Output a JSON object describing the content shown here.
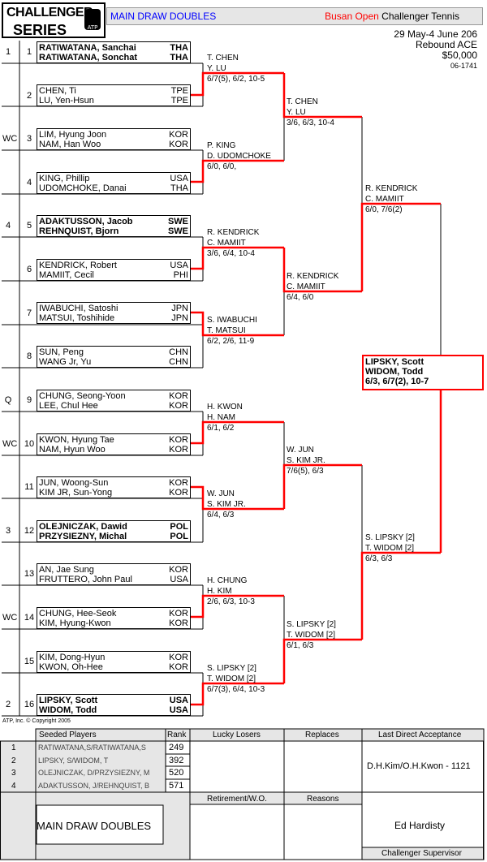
{
  "header": {
    "logo_line1": "CHALLENGER",
    "logo_line2": "SERIES",
    "logo_atp": "ATP",
    "draw_title": "MAIN DRAW DOUBLES",
    "tournament_red": "Busan Open",
    "tournament_black": " Challenger Tennis",
    "dates": "29 May-4 June 206",
    "surface": "Rebound ACE",
    "prize": "$50,000",
    "code": "06-1741"
  },
  "entries": [
    {
      "seed": "1",
      "num": "1",
      "p1": "RATIWATANA, Sanchai",
      "c1": "THA",
      "p2": "RATIWATANA, Sonchat",
      "c2": "THA",
      "bold": true
    },
    {
      "seed": "",
      "num": "2",
      "p1": "CHEN, Ti",
      "c1": "TPE",
      "p2": "LU, Yen-Hsun",
      "c2": "TPE",
      "bold": false
    },
    {
      "seed": "WC",
      "num": "3",
      "p1": "LIM, Hyung Joon",
      "c1": "KOR",
      "p2": "NAM, Han Woo",
      "c2": "KOR",
      "bold": false
    },
    {
      "seed": "",
      "num": "4",
      "p1": "KING, Phillip",
      "c1": "USA",
      "p2": "UDOMCHOKE, Danai",
      "c2": "THA",
      "bold": false
    },
    {
      "seed": "4",
      "num": "5",
      "p1": "ADAKTUSSON, Jacob",
      "c1": "SWE",
      "p2": "REHNQUIST, Bjorn",
      "c2": "SWE",
      "bold": true
    },
    {
      "seed": "",
      "num": "6",
      "p1": "KENDRICK, Robert",
      "c1": "USA",
      "p2": "MAMIIT, Cecil",
      "c2": "PHI",
      "bold": false
    },
    {
      "seed": "",
      "num": "7",
      "p1": "IWABUCHI, Satoshi",
      "c1": "JPN",
      "p2": "MATSUI, Toshihide",
      "c2": "JPN",
      "bold": false
    },
    {
      "seed": "",
      "num": "8",
      "p1": "SUN, Peng",
      "c1": "CHN",
      "p2": "WANG Jr, Yu",
      "c2": "CHN",
      "bold": false
    },
    {
      "seed": "Q",
      "num": "9",
      "p1": "CHUNG, Seong-Yoon",
      "c1": "KOR",
      "p2": "LEE, Chul Hee",
      "c2": "KOR",
      "bold": false
    },
    {
      "seed": "WC",
      "num": "10",
      "p1": "KWON, Hyung Tae",
      "c1": "KOR",
      "p2": "NAM, Hyun Woo",
      "c2": "KOR",
      "bold": false
    },
    {
      "seed": "",
      "num": "11",
      "p1": "JUN, Woong-Sun",
      "c1": "KOR",
      "p2": "KIM JR, Sun-Yong",
      "c2": "KOR",
      "bold": false
    },
    {
      "seed": "3",
      "num": "12",
      "p1": "OLEJNICZAK, Dawid",
      "c1": "POL",
      "p2": "PRZYSIEZNY, Michal",
      "c2": "POL",
      "bold": true
    },
    {
      "seed": "",
      "num": "13",
      "p1": "AN, Jae Sung",
      "c1": "KOR",
      "p2": "FRUTTERO, John Paul",
      "c2": "USA",
      "bold": false
    },
    {
      "seed": "WC",
      "num": "14",
      "p1": "CHUNG, Hee-Seok",
      "c1": "KOR",
      "p2": "KIM, Hyung-Kwon",
      "c2": "KOR",
      "bold": false
    },
    {
      "seed": "",
      "num": "15",
      "p1": "KIM, Dong-Hyun",
      "c1": "KOR",
      "p2": "KWON, Oh-Hee",
      "c2": "KOR",
      "bold": false
    },
    {
      "seed": "2",
      "num": "16",
      "p1": "LIPSKY, Scott",
      "c1": "USA",
      "p2": "WIDOM, Todd",
      "c2": "USA",
      "bold": true
    }
  ],
  "round2": [
    {
      "t1": "T. CHEN",
      "t2": "Y. LU",
      "score": "6/7(5), 6/2, 10-5"
    },
    {
      "t1": "P. KING",
      "t2": "D. UDOMCHOKE",
      "score": "6/0, 6/0,"
    },
    {
      "t1": "R. KENDRICK",
      "t2": "C. MAMIIT",
      "score": "3/6, 6/4, 10-4"
    },
    {
      "t1": "S. IWABUCHI",
      "t2": "T. MATSUI",
      "score": "6/2, 2/6, 11-9"
    },
    {
      "t1": "H. KWON",
      "t2": "H. NAM",
      "score": "6/1, 6/2"
    },
    {
      "t1": "W. JUN",
      "t2": "S. KIM JR.",
      "score": "6/4, 6/3"
    },
    {
      "t1": "H. CHUNG",
      "t2": "H. KIM",
      "score": "2/6, 6/3, 10-3"
    },
    {
      "t1": "S. LIPSKY [2]",
      "t2": "T. WIDOM [2]",
      "score": "6/7(3), 6/4, 10-3"
    }
  ],
  "quarters": [
    {
      "t1": "T. CHEN",
      "t2": "Y. LU",
      "score": "3/6, 6/3, 10-4"
    },
    {
      "t1": "R. KENDRICK",
      "t2": "C. MAMIIT",
      "score": "6/4, 6/0"
    },
    {
      "t1": "W. JUN",
      "t2": "S. KIM JR.",
      "score": "7/6(5), 6/3"
    },
    {
      "t1": "S. LIPSKY [2]",
      "t2": "T. WIDOM [2]",
      "score": "6/1, 6/3"
    }
  ],
  "semis": [
    {
      "t1": "R. KENDRICK",
      "t2": "C. MAMIIT",
      "score": "6/0, 7/6(2)"
    },
    {
      "t1": "S. LIPSKY [2]",
      "t2": "T. WIDOM [2]",
      "score": "6/3, 6/3"
    }
  ],
  "winner": {
    "t1": "LIPSKY, Scott",
    "t2": "WIDOM, Todd",
    "score": "6/3, 6/7(2), 10-7"
  },
  "copyright": "ATP, Inc. © Copyright 2005",
  "footer": {
    "seeded_header": "Seeded Players",
    "rank_header": "Rank",
    "lucky_header": "Lucky Losers",
    "replaces_header": "Replaces",
    "lda_header": "Last Direct Acceptance",
    "seeds": [
      {
        "n": "1",
        "name": "RATIWATANA,S/RATIWATANA,S",
        "rank": "249"
      },
      {
        "n": "2",
        "name": "LIPSKY, S/WIDOM, T",
        "rank": "392"
      },
      {
        "n": "3",
        "name": "OLEJNICZAK, D/PRZYSIEZNY, M",
        "rank": "520"
      },
      {
        "n": "4",
        "name": "ADAKTUSSON, J/REHNQUIST, B",
        "rank": "571"
      }
    ],
    "lda_value": "D.H.Kim/O.H.Kwon - 1121",
    "retirement_header": "Retirement/W.O.",
    "reasons_header": "Reasons",
    "draw_label": "MAIN DRAW DOUBLES",
    "supervisor_name": "Ed Hardisty",
    "supervisor_label": "Challenger Supervisor"
  }
}
